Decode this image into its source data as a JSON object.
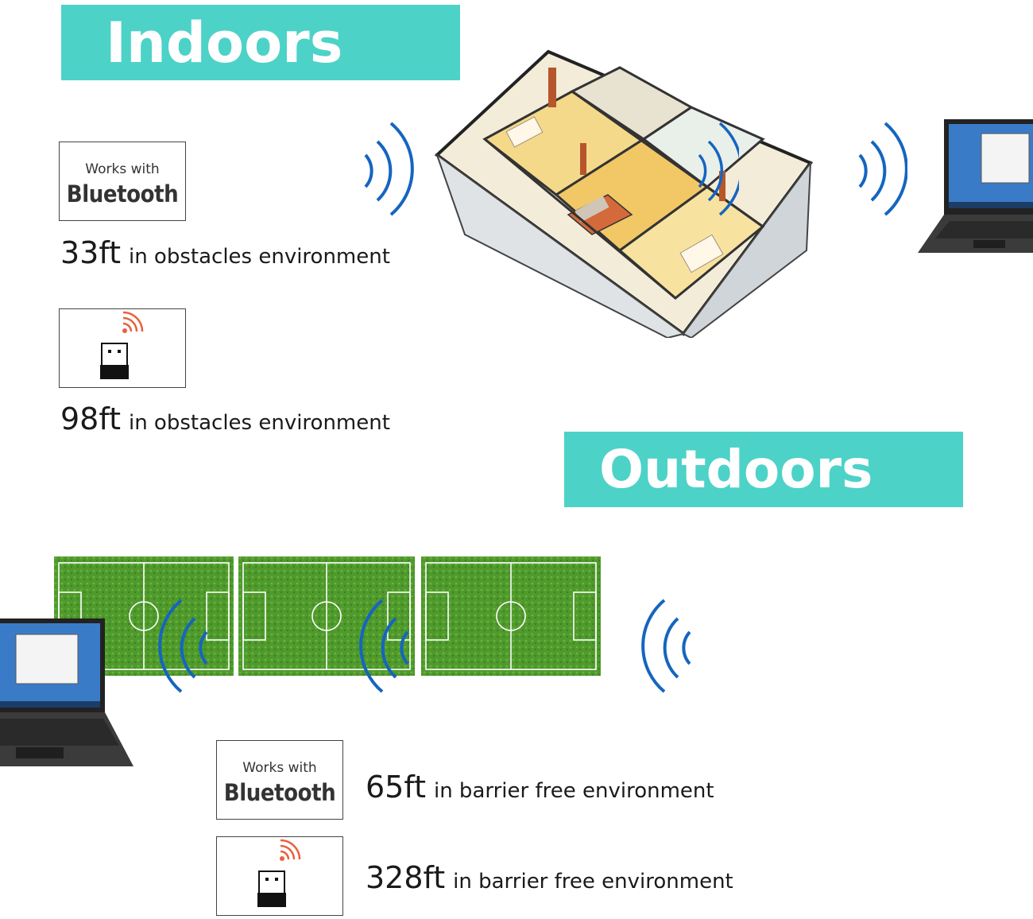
{
  "indoors": {
    "title": "Indoors",
    "bluetooth_card": {
      "line1": "Works with",
      "line2": "Bluetooth"
    },
    "bluetooth_range": {
      "distance": "33ft",
      "description": "in obstacles environment"
    },
    "wifi_range": {
      "distance": "98ft",
      "description": "in obstacles environment"
    }
  },
  "outdoors": {
    "title": "Outdoors",
    "bluetooth_card": {
      "line1": "Works with",
      "line2": "Bluetooth"
    },
    "bluetooth_range": {
      "distance": "65ft",
      "description": "in barrier free environment"
    },
    "wifi_range": {
      "distance": "328ft",
      "description": "in barrier free environment"
    }
  },
  "colors": {
    "banner": "#4dd2c8",
    "signal": "#1565c0",
    "wifi_dongle_signal": "#e8603c",
    "field_grass": "#4f9a2c"
  },
  "icons": [
    "signal-waves-icon",
    "usb-dongle-icon",
    "laptop-icon",
    "floorplan-illustration",
    "soccer-field-illustration"
  ]
}
